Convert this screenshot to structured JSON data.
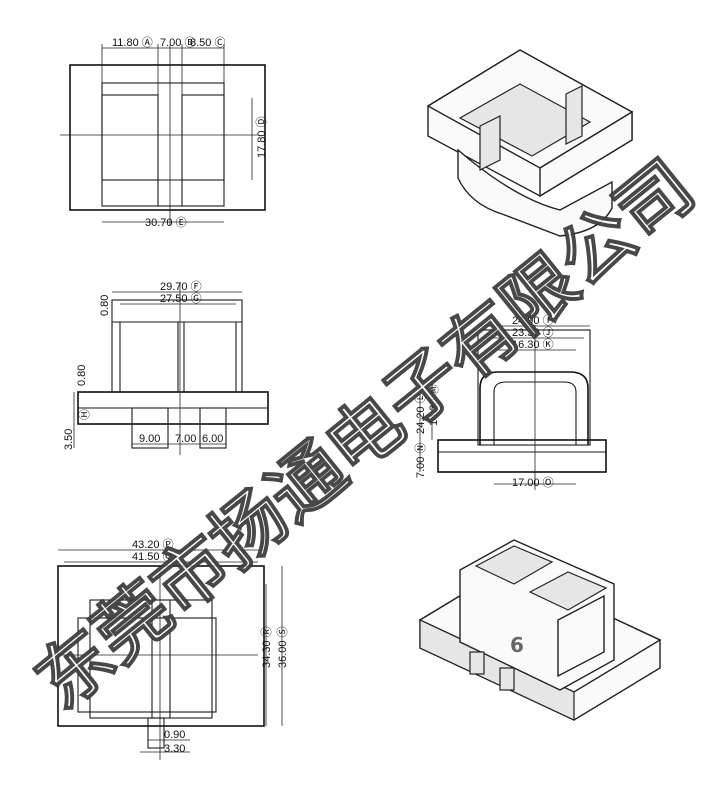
{
  "top_view": {
    "dims": {
      "a": "11.80 Ⓐ",
      "b": "7.00 Ⓑ",
      "c": "8.50 Ⓒ",
      "height": "17.80 Ⓓ",
      "width": "30.70 Ⓔ"
    }
  },
  "front_view": {
    "dims": {
      "outer": "29.70 Ⓕ",
      "inner": "27.50 Ⓖ",
      "t1": "0.80",
      "t2": "0.80",
      "gap_h": "Ⓗ",
      "base_h": "3.50",
      "w1": "9.00",
      "w2": "7.00",
      "w3": "6.00"
    }
  },
  "side_view": {
    "dims": {
      "outer": "24.90 Ⓘ",
      "mid": "23.30 Ⓙ",
      "inner": "16.30 Ⓚ",
      "height": "24.20 Ⓛ",
      "window": "14.30 Ⓜ",
      "base": "7.00 Ⓝ",
      "bottom": "17.00 Ⓞ"
    }
  },
  "bottom_view": {
    "dims": {
      "outer": "43.20 Ⓟ",
      "inner": "41.50 Ⓠ",
      "h1": "34.30 Ⓡ",
      "h2": "36.00 Ⓢ",
      "pin_t": "0.90",
      "pin_w": "3.30"
    }
  },
  "watermark": "东莞市扬通电子有限公司",
  "page_number": "6"
}
